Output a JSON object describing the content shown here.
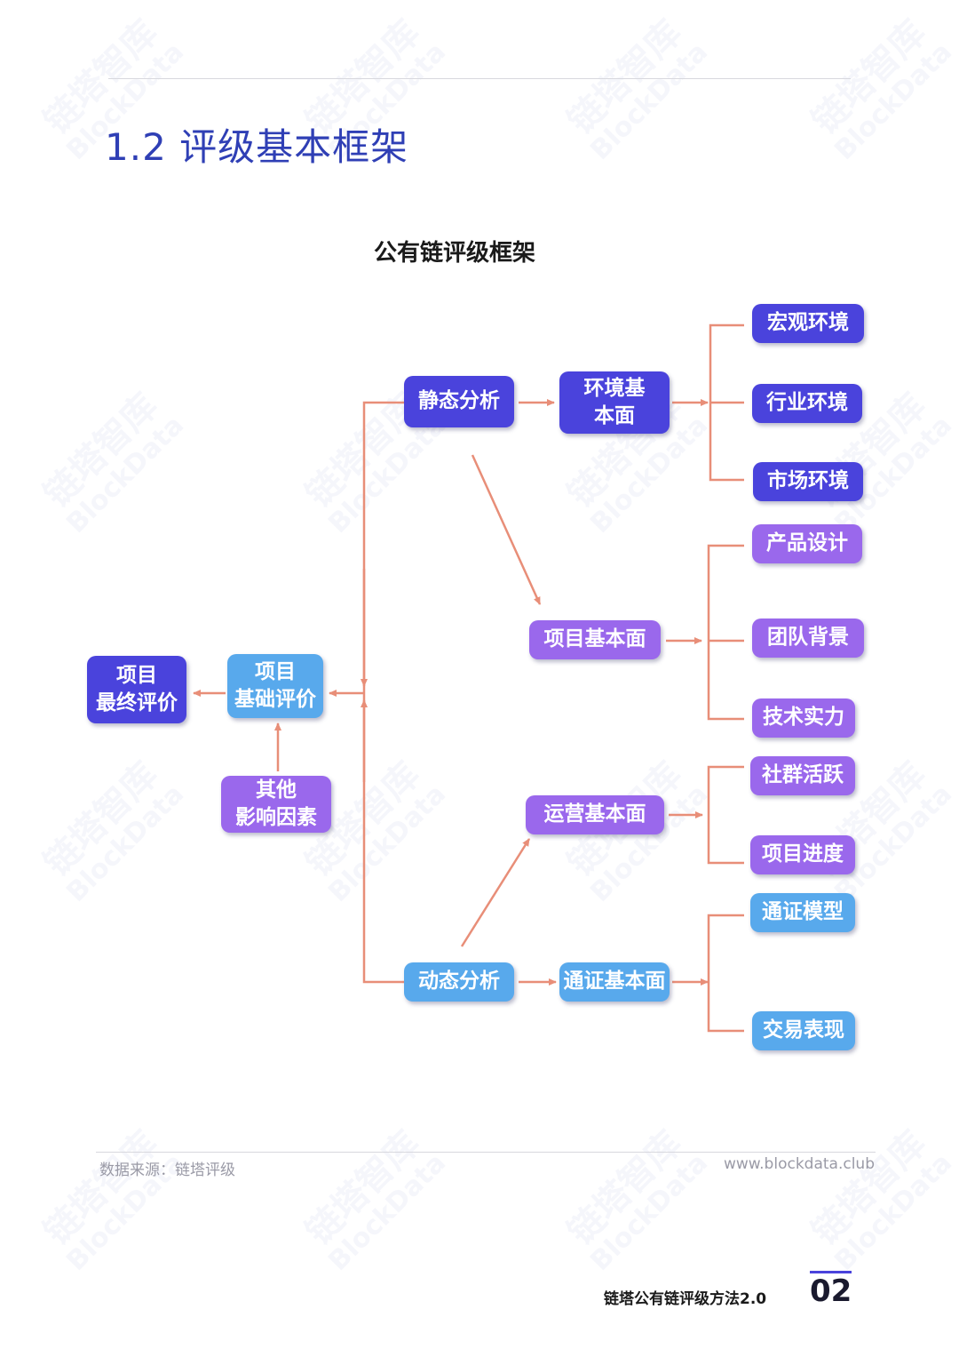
{
  "header": {
    "section_title": "1.2 评级基本框架"
  },
  "diagram": {
    "title": "公有链评级框架",
    "colors": {
      "indigo": "#4a43dc",
      "purple": "#9a68ec",
      "blue": "#58a9ec",
      "connector": "#e88e78"
    },
    "nodes": {
      "final": {
        "line1": "项目",
        "line2": "最终评价"
      },
      "base": {
        "line1": "项目",
        "line2": "基础评价"
      },
      "other": {
        "line1": "其他",
        "line2": "影响因素"
      },
      "static": {
        "label": "静态分析"
      },
      "dynamic": {
        "label": "动态分析"
      },
      "env": {
        "line1": "环境基",
        "line2": "本面"
      },
      "project_fund": {
        "label": "项目基本面"
      },
      "ops_fund": {
        "label": "运营基本面"
      },
      "token_fund": {
        "label": "通证基本面"
      },
      "macro": {
        "label": "宏观环境"
      },
      "industry": {
        "label": "行业环境"
      },
      "market": {
        "label": "市场环境"
      },
      "product": {
        "label": "产品设计"
      },
      "team": {
        "label": "团队背景"
      },
      "tech": {
        "label": "技术实力"
      },
      "community": {
        "label": "社群活跃"
      },
      "progress": {
        "label": "项目进度"
      },
      "token_model": {
        "label": "通证模型"
      },
      "trading": {
        "label": "交易表现"
      }
    }
  },
  "watermark": {
    "text_cn": "链塔智库",
    "text_en": "BlockData"
  },
  "footer": {
    "source": "数据来源：链塔评级",
    "url": "www.blockdata.club",
    "doc_title": "链塔公有链评级方法2.0",
    "page_number": "02"
  }
}
